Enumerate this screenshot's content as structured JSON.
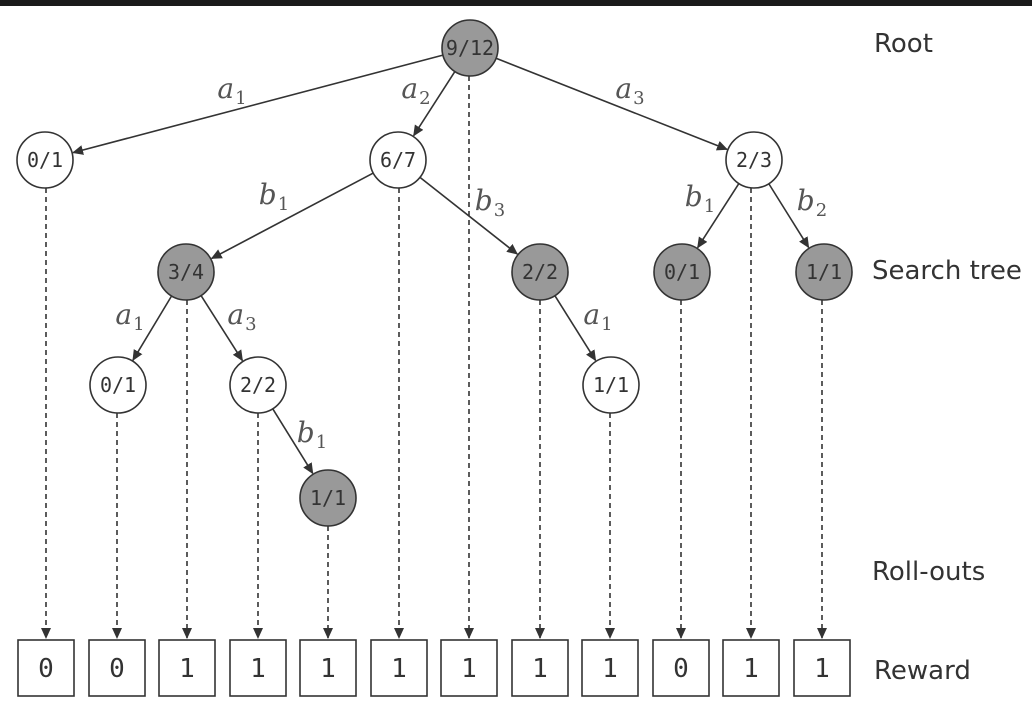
{
  "colors": {
    "shaded_node": "#999999",
    "white_node": "#ffffff",
    "stroke": "#333333",
    "label": "#333333"
  },
  "side_labels": {
    "root": "Root",
    "search_tree": "Search tree",
    "rollouts": "Roll-outs",
    "reward": "Reward"
  },
  "nodes": [
    {
      "id": "n0",
      "label": "9/12",
      "shaded": true
    },
    {
      "id": "n1",
      "label": "0/1",
      "shaded": false
    },
    {
      "id": "n2",
      "label": "6/7",
      "shaded": false
    },
    {
      "id": "n3",
      "label": "2/3",
      "shaded": false
    },
    {
      "id": "n4",
      "label": "3/4",
      "shaded": true
    },
    {
      "id": "n5",
      "label": "2/2",
      "shaded": true
    },
    {
      "id": "n6",
      "label": "0/1",
      "shaded": true
    },
    {
      "id": "n7",
      "label": "1/1",
      "shaded": true
    },
    {
      "id": "n8",
      "label": "0/1",
      "shaded": false
    },
    {
      "id": "n9",
      "label": "2/2",
      "shaded": false
    },
    {
      "id": "n10",
      "label": "1/1",
      "shaded": false
    },
    {
      "id": "n11",
      "label": "1/1",
      "shaded": true
    }
  ],
  "edges": [
    {
      "from": "n0",
      "to": "n1",
      "action": "a",
      "sub": "1"
    },
    {
      "from": "n0",
      "to": "n2",
      "action": "a",
      "sub": "2"
    },
    {
      "from": "n0",
      "to": "n3",
      "action": "a",
      "sub": "3"
    },
    {
      "from": "n2",
      "to": "n4",
      "action": "b",
      "sub": "1"
    },
    {
      "from": "n2",
      "to": "n5",
      "action": "b",
      "sub": "3"
    },
    {
      "from": "n3",
      "to": "n6",
      "action": "b",
      "sub": "1"
    },
    {
      "from": "n3",
      "to": "n7",
      "action": "b",
      "sub": "2"
    },
    {
      "from": "n4",
      "to": "n8",
      "action": "a",
      "sub": "1"
    },
    {
      "from": "n4",
      "to": "n9",
      "action": "a",
      "sub": "3"
    },
    {
      "from": "n5",
      "to": "n10",
      "action": "a",
      "sub": "1"
    },
    {
      "from": "n9",
      "to": "n11",
      "action": "b",
      "sub": "1"
    }
  ],
  "rollouts": [
    {
      "from": "n1",
      "reward": "0"
    },
    {
      "from": "n8",
      "reward": "0"
    },
    {
      "from": "n4",
      "reward": "1"
    },
    {
      "from": "n9",
      "reward": "1"
    },
    {
      "from": "n11",
      "reward": "1"
    },
    {
      "from": "n2",
      "reward": "1"
    },
    {
      "from": "n0",
      "reward": "1"
    },
    {
      "from": "n5",
      "reward": "1"
    },
    {
      "from": "n10",
      "reward": "1"
    },
    {
      "from": "n6",
      "reward": "0"
    },
    {
      "from": "n3",
      "reward": "1"
    },
    {
      "from": "n7",
      "reward": "1"
    }
  ]
}
